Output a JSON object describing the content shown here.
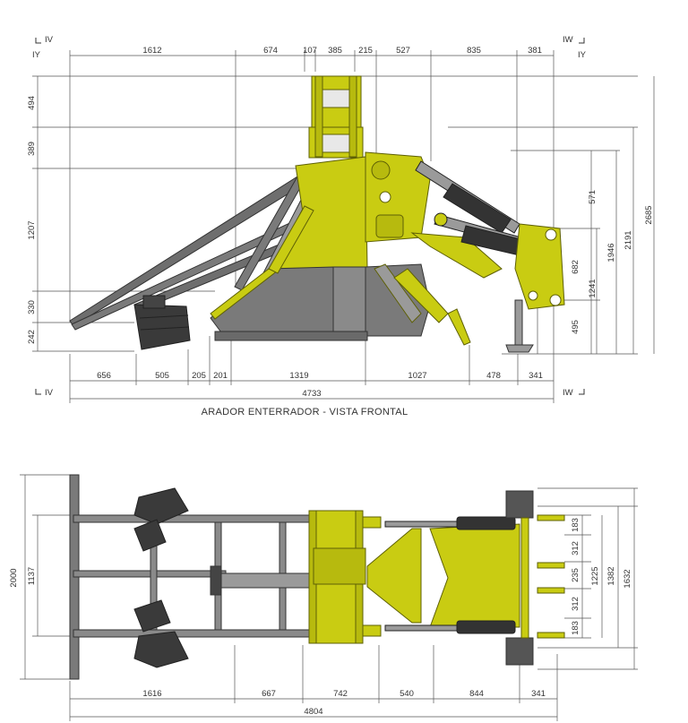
{
  "front_view": {
    "title": "ARADOR ENTERRADOR - VISTA FRONTAL",
    "section_marks": [
      "IV",
      "IY",
      "IW",
      "IY",
      "IV",
      "IW"
    ],
    "top_dims": [
      "1612",
      "674",
      "107",
      "385",
      "215",
      "527",
      "835",
      "381"
    ],
    "bottom_dims": [
      "656",
      "505",
      "205",
      "201",
      "1319",
      "1027",
      "478",
      "341"
    ],
    "overall_width": "4733",
    "left_dims": [
      "494",
      "389",
      "1207",
      "330",
      "242"
    ],
    "right_dims": [
      "571",
      "682",
      "1241",
      "495",
      "1946",
      "2191",
      "2685"
    ]
  },
  "top_view": {
    "bottom_dims": [
      "1616",
      "667",
      "742",
      "540",
      "844",
      "341"
    ],
    "overall_width": "4804",
    "left_dims": [
      "2000",
      "1137"
    ],
    "right_dims": [
      "183",
      "312",
      "235",
      "312",
      "183",
      "1225",
      "1382",
      "1632"
    ]
  },
  "colors": {
    "yellow": "#c9cc12",
    "yellow_dark": "#8f9108",
    "steel": "#6e6e6e",
    "steel_light": "#9a9a9a",
    "dim_line": "#555555"
  }
}
